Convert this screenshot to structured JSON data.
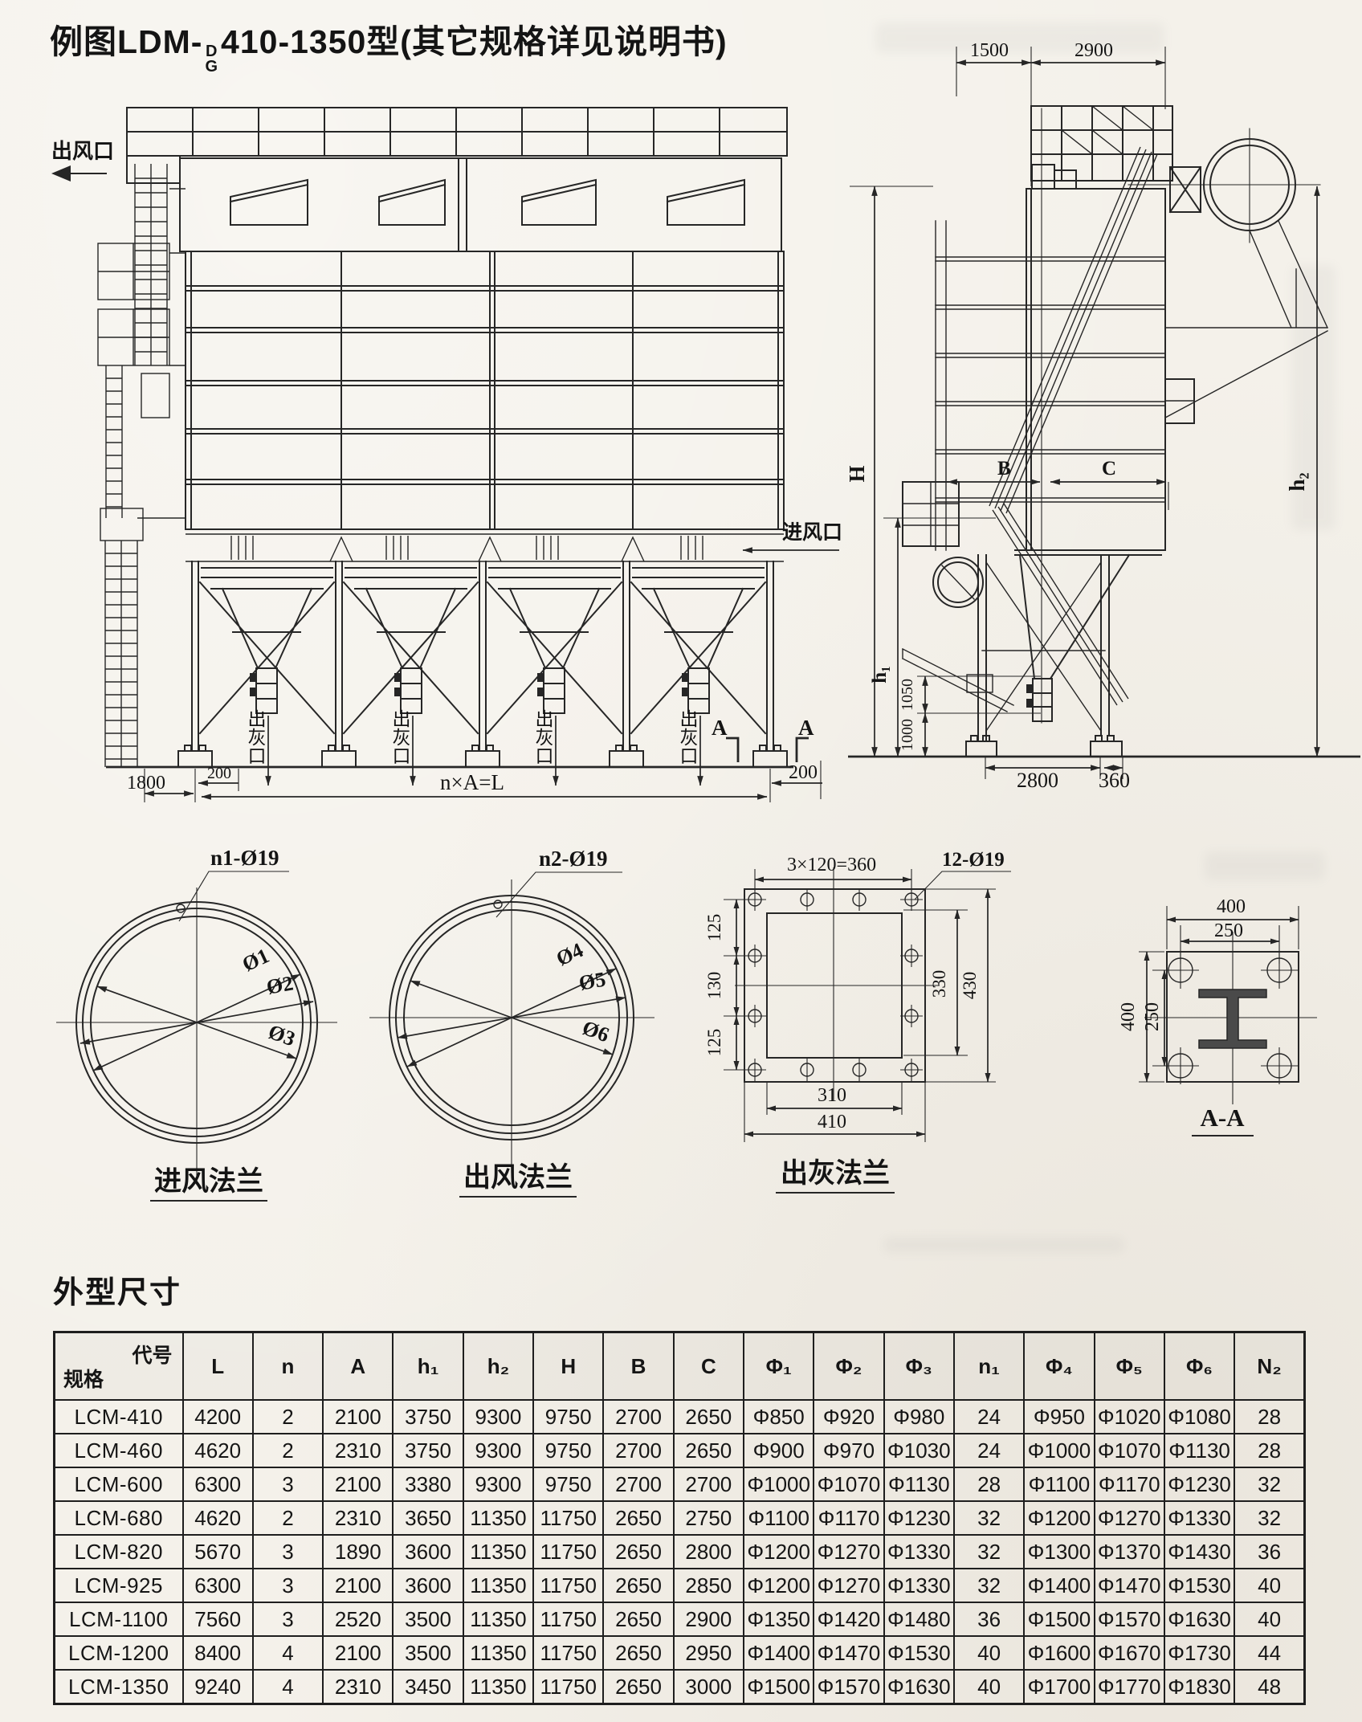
{
  "page": {
    "title_prefix": "例图LDM-",
    "title_stack_top": "D",
    "title_stack_bottom": "G",
    "title_suffix": "410-1350型(其它规格详见说明书)"
  },
  "front_view": {
    "outlet_label": "出风口",
    "inlet_label": "进风口",
    "ash_outlet_label": "出灰口",
    "dims": {
      "left_offset": "1800",
      "left_margin": "200",
      "span": "n×A=L",
      "right_margin": "200"
    },
    "section_marks": {
      "a_left": "A",
      "a_right": "A"
    }
  },
  "side_view": {
    "dims": {
      "top_left": "1500",
      "top_right": "2900",
      "height_total": "H",
      "height_outlet": "h₂",
      "width_left": "B",
      "width_right": "C",
      "hopper_clearance": "h₁",
      "valve_upper": "1050",
      "valve_lower": "1000",
      "base_span": "2800",
      "base_offset": "360"
    }
  },
  "flange_details": {
    "inlet": {
      "bolt_callout": "n1-Ø19",
      "dia_labels": [
        "Ø1",
        "Ø2",
        "Ø3"
      ],
      "caption": "进风法兰"
    },
    "outlet": {
      "bolt_callout": "n2-Ø19",
      "dia_labels": [
        "Ø4",
        "Ø5",
        "Ø6"
      ],
      "caption": "出风法兰"
    },
    "ash": {
      "bolt_callout": "12-Ø19",
      "pitch_top": "3×120=360",
      "left_dims": [
        "125",
        "130",
        "125"
      ],
      "right_dims": [
        "330",
        "430"
      ],
      "bottom_dims": [
        "310",
        "410"
      ],
      "caption": "出灰法兰"
    },
    "section_aa": {
      "outer_width": "400",
      "bolt_pitch_w": "250",
      "outer_height": "400",
      "bolt_pitch_h": "250",
      "caption": "A-A"
    }
  },
  "spec_table": {
    "section_title": "外型尺寸",
    "corner": {
      "top_right": "代号",
      "bottom_left": "规格"
    },
    "columns": [
      "L",
      "n",
      "A",
      "h₁",
      "h₂",
      "H",
      "B",
      "C",
      "Φ₁",
      "Φ₂",
      "Φ₃",
      "n₁",
      "Φ₄",
      "Φ₅",
      "Φ₆",
      "N₂"
    ],
    "rows": [
      {
        "model": "LCM-410",
        "values": [
          "4200",
          "2",
          "2100",
          "3750",
          "9300",
          "9750",
          "2700",
          "2650",
          "Φ850",
          "Φ920",
          "Φ980",
          "24",
          "Φ950",
          "Φ1020",
          "Φ1080",
          "28"
        ]
      },
      {
        "model": "LCM-460",
        "values": [
          "4620",
          "2",
          "2310",
          "3750",
          "9300",
          "9750",
          "2700",
          "2650",
          "Φ900",
          "Φ970",
          "Φ1030",
          "24",
          "Φ1000",
          "Φ1070",
          "Φ1130",
          "28"
        ]
      },
      {
        "model": "LCM-600",
        "values": [
          "6300",
          "3",
          "2100",
          "3380",
          "9300",
          "9750",
          "2700",
          "2700",
          "Φ1000",
          "Φ1070",
          "Φ1130",
          "28",
          "Φ1100",
          "Φ1170",
          "Φ1230",
          "32"
        ]
      },
      {
        "model": "LCM-680",
        "values": [
          "4620",
          "2",
          "2310",
          "3650",
          "11350",
          "11750",
          "2650",
          "2750",
          "Φ1100",
          "Φ1170",
          "Φ1230",
          "32",
          "Φ1200",
          "Φ1270",
          "Φ1330",
          "32"
        ]
      },
      {
        "model": "LCM-820",
        "values": [
          "5670",
          "3",
          "1890",
          "3600",
          "11350",
          "11750",
          "2650",
          "2800",
          "Φ1200",
          "Φ1270",
          "Φ1330",
          "32",
          "Φ1300",
          "Φ1370",
          "Φ1430",
          "36"
        ]
      },
      {
        "model": "LCM-925",
        "values": [
          "6300",
          "3",
          "2100",
          "3600",
          "11350",
          "11750",
          "2650",
          "2850",
          "Φ1200",
          "Φ1270",
          "Φ1330",
          "32",
          "Φ1400",
          "Φ1470",
          "Φ1530",
          "40"
        ]
      },
      {
        "model": "LCM-1100",
        "values": [
          "7560",
          "3",
          "2520",
          "3500",
          "11350",
          "11750",
          "2650",
          "2900",
          "Φ1350",
          "Φ1420",
          "Φ1480",
          "36",
          "Φ1500",
          "Φ1570",
          "Φ1630",
          "40"
        ]
      },
      {
        "model": "LCM-1200",
        "values": [
          "8400",
          "4",
          "2100",
          "3500",
          "11350",
          "11750",
          "2650",
          "2950",
          "Φ1400",
          "Φ1470",
          "Φ1530",
          "40",
          "Φ1600",
          "Φ1670",
          "Φ1730",
          "44"
        ]
      },
      {
        "model": "LCM-1350",
        "values": [
          "9240",
          "4",
          "2310",
          "3450",
          "11350",
          "11750",
          "2650",
          "3000",
          "Φ1500",
          "Φ1570",
          "Φ1630",
          "40",
          "Φ1700",
          "Φ1770",
          "Φ1830",
          "48"
        ]
      }
    ]
  }
}
